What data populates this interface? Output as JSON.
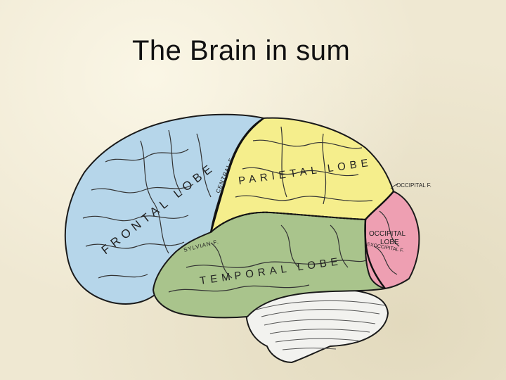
{
  "slide": {
    "title": "The Brain in sum"
  },
  "diagram": {
    "lobes": [
      {
        "name": "frontal",
        "color": "#b6d6ea"
      },
      {
        "name": "parietal",
        "color": "#f5ee8c"
      },
      {
        "name": "temporal",
        "color": "#a9c48c"
      },
      {
        "name": "occipital",
        "color": "#ee9fb2"
      },
      {
        "name": "cerebellum",
        "color": "#f2f2ef"
      }
    ],
    "labels": {
      "frontal_lobe": "FRONTAL LOBE",
      "parietal_lobe": "PARIETAL LOBE",
      "temporal_lobe": "TEMPORAL LOBE",
      "occipital_lobe_line1": "OCCIPITAL",
      "occipital_lobe_line2": "LOBE",
      "central_fissure": "CENTRAL F.",
      "sylvian_fissure": "SYLVIAN F.",
      "occipital_fissure": "OCCIPITAL F.",
      "exoccipital_fissure": "EXOCCIPITAL F."
    }
  }
}
